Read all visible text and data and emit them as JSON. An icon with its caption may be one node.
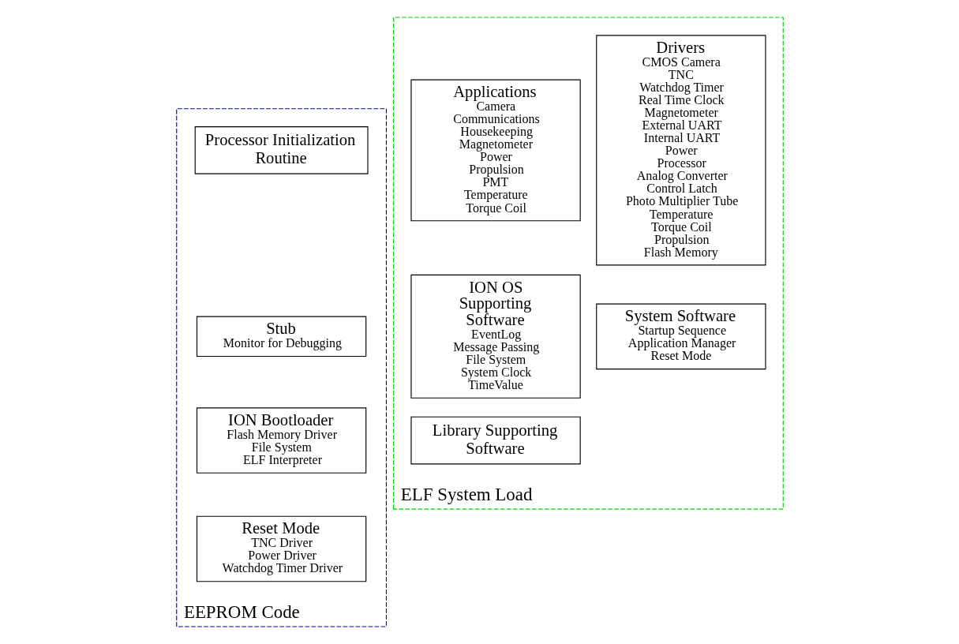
{
  "diagram": {
    "nodes": [
      {
        "text": [
          "EEPROM Code"
        ]
      },
      {
        "text": [
          "Processor Initialization Routine"
        ],
        "in": 0
      },
      {
        "text": [
          "Stub",
          "Monitor for Debugging"
        ],
        "in": 0
      },
      {
        "text": [
          "ION Bootloader",
          "Flash Memory Driver",
          "File System",
          "ELF Interpreter"
        ],
        "in": 0
      },
      {
        "text": [
          "Reset Mode",
          "TNC Driver",
          "Power Driver",
          "Watchdog Timer Driver"
        ],
        "in": 0
      },
      {
        "text": [
          "ELF System Load"
        ]
      },
      {
        "text": [
          "Drivers",
          "CMOS Camera",
          "TNC",
          "Watchdog Timer",
          "Real Time Clock",
          "Magnetometer",
          "External UART",
          "Internal UART",
          "Power",
          "Processor",
          "Analog Converter",
          "Control Latch",
          "Photo Multiplier Tube",
          "Temperature",
          "Torque Coil",
          "Propulsion",
          "Flash Memory"
        ],
        "in": 5
      },
      {
        "text": [
          "Applications",
          "Camera",
          "Communications",
          "Housekeeping",
          "Magnetometer",
          "Power",
          "Propulsion",
          "PMT",
          "Temperature",
          "Torque Coil"
        ],
        "in": 5
      },
      {
        "text": [
          "ION OS Supporting Software",
          "EventLog",
          "Message Passing",
          "File System",
          "System Clock",
          "TimeValue"
        ],
        "in": 5
      },
      {
        "text": [
          "System Software",
          "Startup Sequence",
          "Application Manager",
          "Reset Mode"
        ],
        "in": 5
      },
      {
        "text": [
          "Library Supporting Software"
        ],
        "in": 5
      }
    ],
    "edges": []
  }
}
